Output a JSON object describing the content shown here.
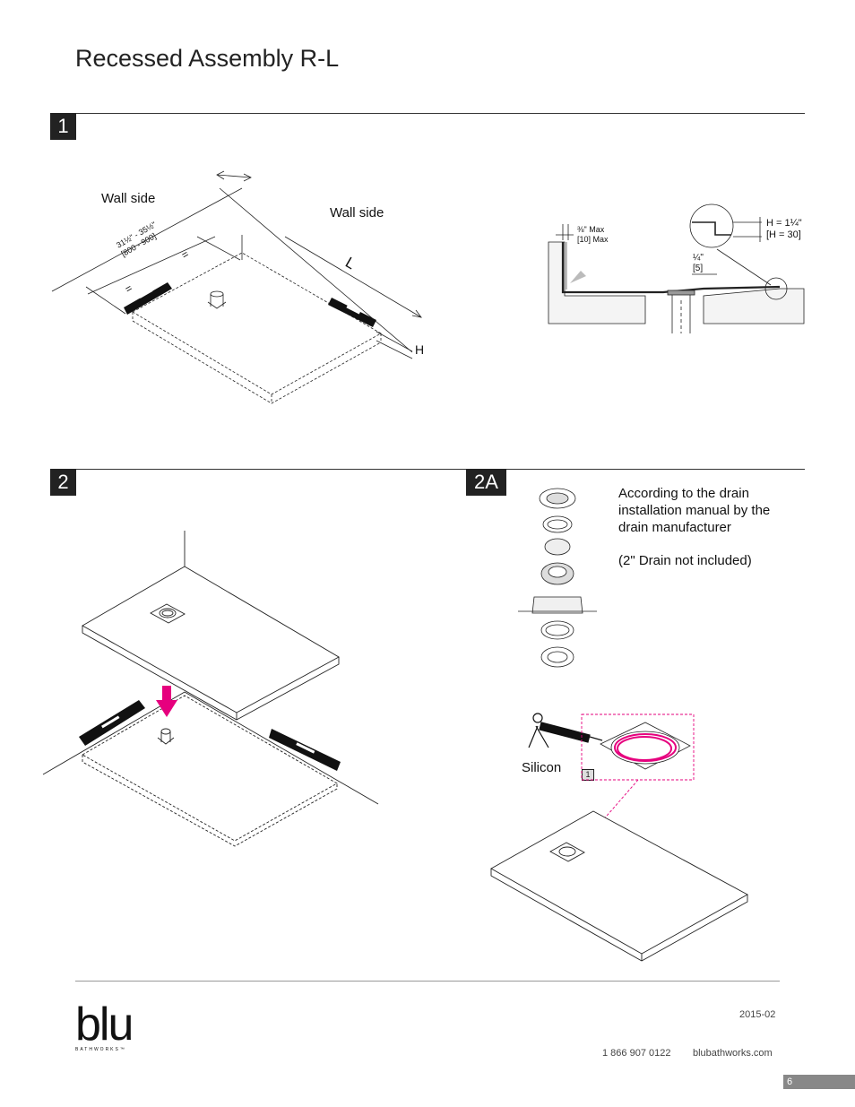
{
  "page": {
    "title": "Recessed Assembly R-L",
    "page_number": "6",
    "date_code": "2015-02"
  },
  "steps": {
    "step1": {
      "badge": "1",
      "wall_side_left": "Wall side",
      "wall_side_right": "Wall side",
      "dim_width": "31½\" - 35½\"",
      "dim_width_mm": "[800 - 900]",
      "equal_sign": "=",
      "dim_length": "L",
      "dim_height": "H",
      "detail_gap_in": "⅜\" Max",
      "detail_gap_mm": "[10] Max",
      "detail_h_in": "H = 1¼\"",
      "detail_h_mm": "[H = 30]",
      "detail_lip_in": "¼\"",
      "detail_lip_mm": "[5]"
    },
    "step2": {
      "badge": "2"
    },
    "step2a": {
      "badge": "2A",
      "note_line1": "According to the drain installation manual by the drain manufacturer",
      "note_line2": "(2\" Drain not included)",
      "silicon_label": "Silicon",
      "callout_number": "1"
    }
  },
  "footer": {
    "brand": "blu",
    "brand_sub": "BATHWORKS™",
    "phone": "1 866 907 0122",
    "website": "blubathworks.com"
  },
  "colors": {
    "accent_magenta": "#e6007e",
    "ink": "#222222",
    "page_tab": "#888888"
  }
}
